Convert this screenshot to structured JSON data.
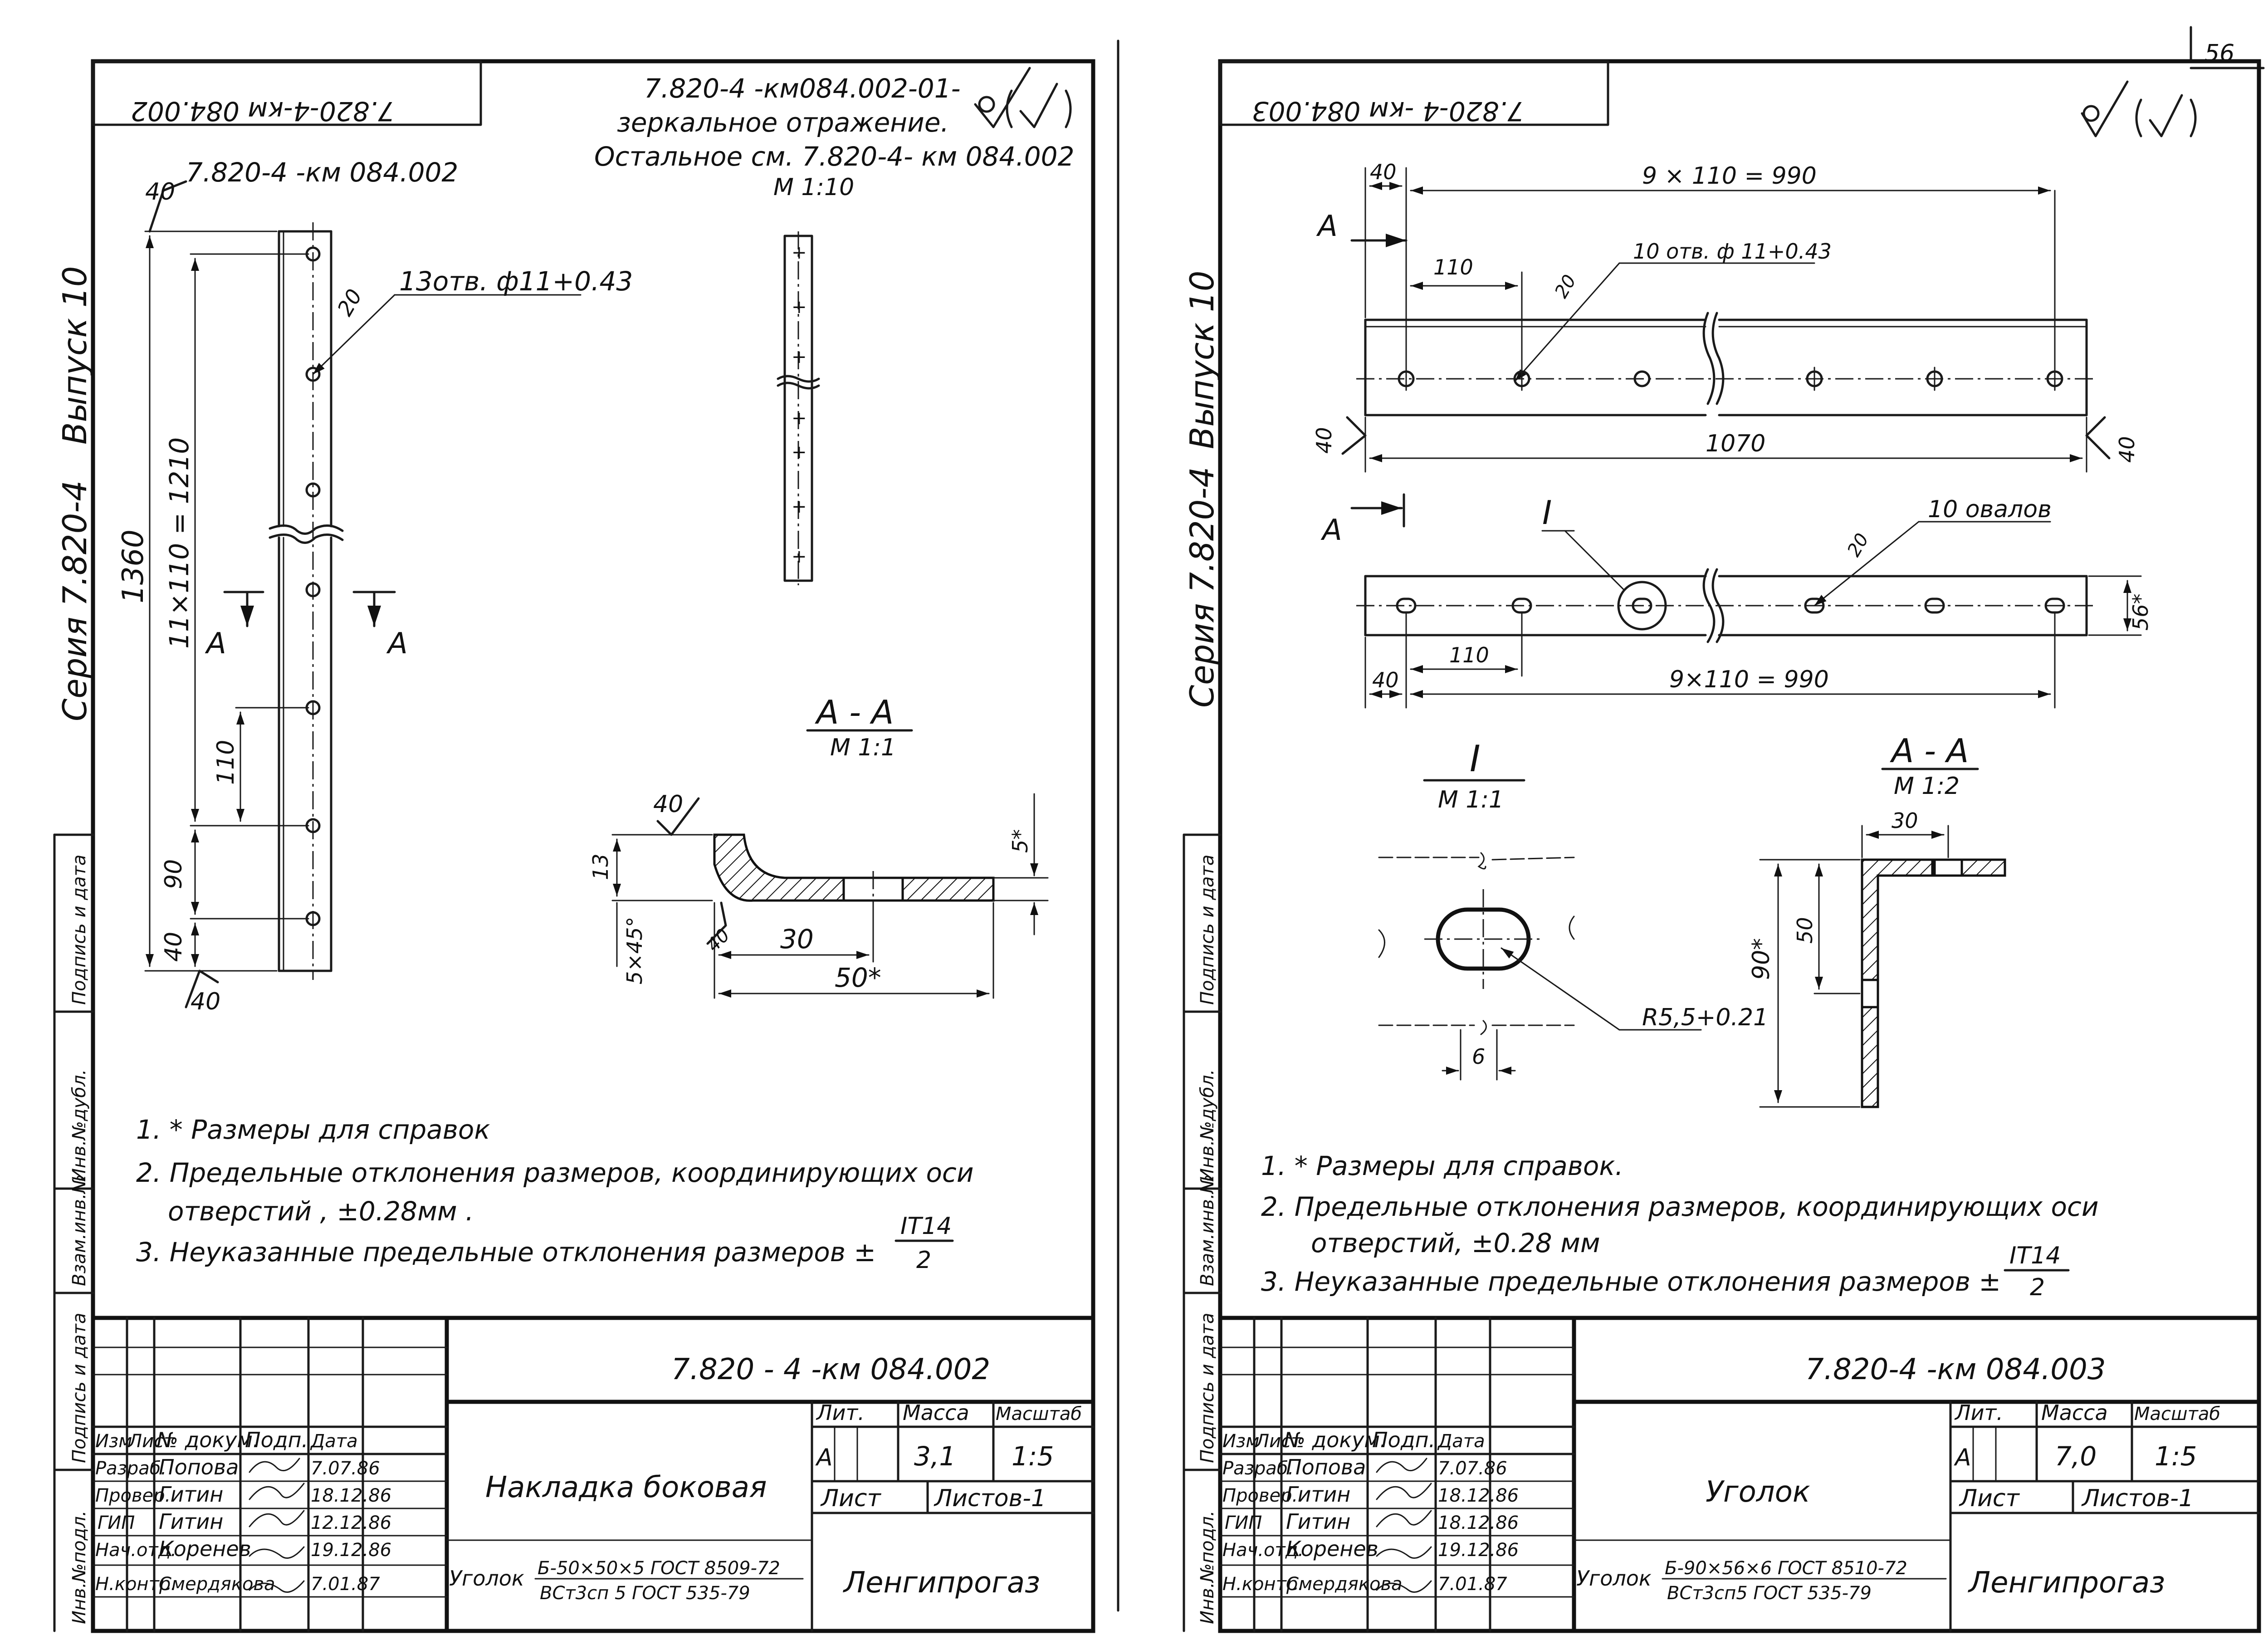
{
  "page_number": "56",
  "left_sheet": {
    "corner_stamp": "7.820-4-км 084.002",
    "header_line1": "7.820-4 -км084.002-01-",
    "header_line2": "зеркальное отражение.",
    "header_line3": "Остальное см. 7.820-4- км 084.002",
    "surface_mark": "40",
    "view_title": "7.820-4 -км 084.002",
    "holes_callout": "13отв. ф11+0.43",
    "dim_overall": "1360",
    "dim_pitch": "11×110 = 1210",
    "dim_110": "110",
    "dim_90": "90",
    "dim_40": "40",
    "rough_20": "20",
    "rough_40_top": "40",
    "rough_40_bottom": "40",
    "small_view_scale": "М 1:10",
    "section_letter": "А",
    "section_title": "А - А",
    "section_scale": "М 1:1",
    "section_rough": "40",
    "sec_dim_13": "13",
    "sec_dim_5star": "5*",
    "sec_dim_chamfer": "5×45°",
    "sec_dim_40": "40",
    "sec_dim_30": "30",
    "sec_dim_50": "50*",
    "notes": [
      "1. * Размеры для справок",
      "2. Предельные отклонения размеров, координирующих оси",
      "отверстий , ±0.28мм .",
      "3. Неуказанные предельные отклонения размеров ±"
    ],
    "it_tol": "IT14",
    "it_den": "2",
    "side_text_series": "Серия 7.820-4",
    "side_text_issue": "Выпуск 10",
    "side_columns": [
      "Инв.№подл.",
      "Подпись и дата",
      "Взам.инв.№",
      "Инв.№дубл.",
      "Подпись и дата"
    ],
    "title_block": {
      "code": "7.820 - 4 -км 084.002",
      "name": "Накладка боковая",
      "lit_header": "Лит.",
      "mass_header": "Масса",
      "scale_header": "Масштаб",
      "lit": "А",
      "mass": "3,1",
      "scale": "1:5",
      "sheet_label": "Лист",
      "sheets_label": "Листов-1",
      "material_prefix": "Уголок",
      "material_top": "Б-50×50×5 ГОСТ 8509-72",
      "material_bottom": "ВСт3сп 5 ГОСТ 535-79",
      "org": "Ленгипрогаз",
      "col_headers": [
        "Изм",
        "Лист",
        "№ докум.",
        "Подп.",
        "Дата"
      ],
      "rows": [
        {
          "role": "Разраб.",
          "name": "Попова",
          "date": "7.07.86"
        },
        {
          "role": "Провер.",
          "name": "Гитин",
          "date": "18.12.86"
        },
        {
          "role": "ГИП",
          "name": "Гитин",
          "date": "12.12.86"
        },
        {
          "role": "Нач.отд.",
          "name": "Коренев",
          "date": "19.12.86"
        },
        {
          "role": "Н.контр.",
          "name": "Смердякова",
          "date": "7.01.87"
        }
      ]
    }
  },
  "right_sheet": {
    "corner_stamp": "7.820-4 -км 084.003",
    "dim_top_40": "40",
    "dim_top_pitch": "9 × 110 = 990",
    "section_letter": "А",
    "dim_110_top": "110",
    "holes_callout": "10 отв. ф 11+0.43",
    "rough_20": "20",
    "rough_40_left": "40",
    "rough_40_right": "40",
    "dim_length": "1070",
    "detail_mark": "I",
    "ovals_callout": "10 овалов",
    "rough_20b": "20",
    "dim_56": "56*",
    "dim_bottom_40": "40",
    "dim_110_bottom": "110",
    "dim_bottom_pitch": "9×110 = 990",
    "detail_title": "I",
    "detail_scale": "М 1:1",
    "detail_radius": "R5,5+0.21",
    "detail_dim_6": "6",
    "section_title": "А - А",
    "section_scale": "М 1:2",
    "sec_dim_30": "30",
    "sec_dim_50": "50",
    "sec_dim_90": "90*",
    "notes": [
      "1. * Размеры для справок.",
      "2. Предельные отклонения размеров, координирующих оси",
      "отверстий, ±0.28 мм",
      "3. Неуказанные предельные отклонения размеров ±"
    ],
    "it_tol": "IT14",
    "it_den": "2",
    "side_text_series": "Серия 7.820-4",
    "side_text_issue": "Выпуск 10",
    "side_columns": [
      "Инв.№подл.",
      "Подпись и дата",
      "Взам.инв.№",
      "Инв.№дубл.",
      "Подпись и дата"
    ],
    "title_block": {
      "code": "7.820-4 -км 084.003",
      "name": "Уголок",
      "lit_header": "Лит.",
      "mass_header": "Масса",
      "scale_header": "Масштаб",
      "lit": "А",
      "mass": "7,0",
      "scale": "1:5",
      "sheet_label": "Лист",
      "sheets_label": "Листов-1",
      "material_prefix": "Уголок",
      "material_top": "Б-90×56×6 ГОСТ 8510-72",
      "material_bottom": "ВСт3сп5 ГОСТ 535-79",
      "org": "Ленгипрогаз",
      "col_headers": [
        "Изм",
        "Лист",
        "№ докум.",
        "Подп.",
        "Дата"
      ],
      "rows": [
        {
          "role": "Разраб.",
          "name": "Попова",
          "date": "7.07.86"
        },
        {
          "role": "Провер.",
          "name": "Гитин",
          "date": "18.12.86"
        },
        {
          "role": "ГИП",
          "name": "Гитин",
          "date": "18.12.86"
        },
        {
          "role": "Нач.отд.",
          "name": "Коренев",
          "date": "19.12.86"
        },
        {
          "role": "Н.контр.",
          "name": "Смердякова",
          "date": "7.01.87"
        }
      ]
    }
  }
}
